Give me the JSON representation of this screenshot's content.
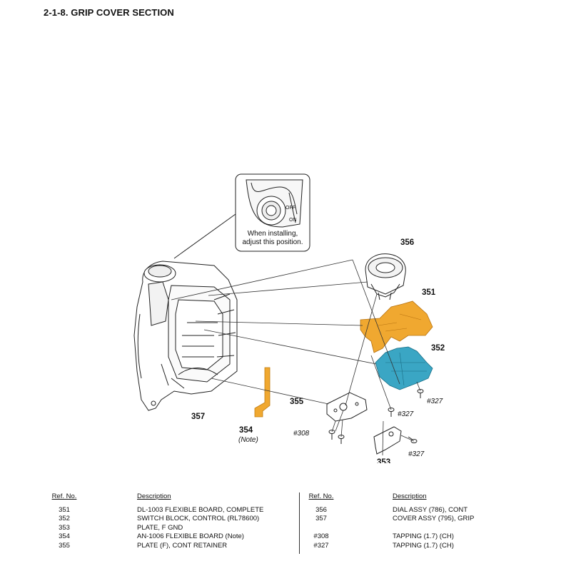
{
  "title": "2-1-8. GRIP COVER SECTION",
  "callout": {
    "line1": "When installing,",
    "line2": "adjust this position.",
    "switch_off": "OFF",
    "switch_on": "ON"
  },
  "part_labels": {
    "p351": "351",
    "p352": "352",
    "p353": "353",
    "p354": "354",
    "p354_note": "(Note)",
    "p355": "355",
    "p356": "356",
    "p357": "357",
    "s308": "#308",
    "s327a": "#327",
    "s327b": "#327",
    "s327c": "#327"
  },
  "colors": {
    "flex_board": "#F0A830",
    "switch_block": "#3AA6C4"
  },
  "table_headers": {
    "ref": "Ref. No.",
    "desc": "Description"
  },
  "parts_left": [
    {
      "ref": "351",
      "desc": "DL-1003 FLEXIBLE BOARD, COMPLETE"
    },
    {
      "ref": "352",
      "desc": "SWITCH BLOCK, CONTROL (RL78600)"
    },
    {
      "ref": "353",
      "desc": "PLATE, F GND"
    },
    {
      "ref": "354",
      "desc": "AN-1006 FLEXIBLE BOARD (Note)"
    },
    {
      "ref": "355",
      "desc": "PLATE (F), CONT RETAINER"
    }
  ],
  "parts_right": [
    {
      "ref": "356",
      "desc": "DIAL ASSY (786), CONT"
    },
    {
      "ref": "357",
      "desc": "COVER ASSY (795), GRIP"
    },
    {
      "ref": "",
      "desc": ""
    },
    {
      "ref": "#308",
      "desc": "TAPPING (1.7) (CH)"
    },
    {
      "ref": "#327",
      "desc": "TAPPING (1.7) (CH)"
    }
  ]
}
